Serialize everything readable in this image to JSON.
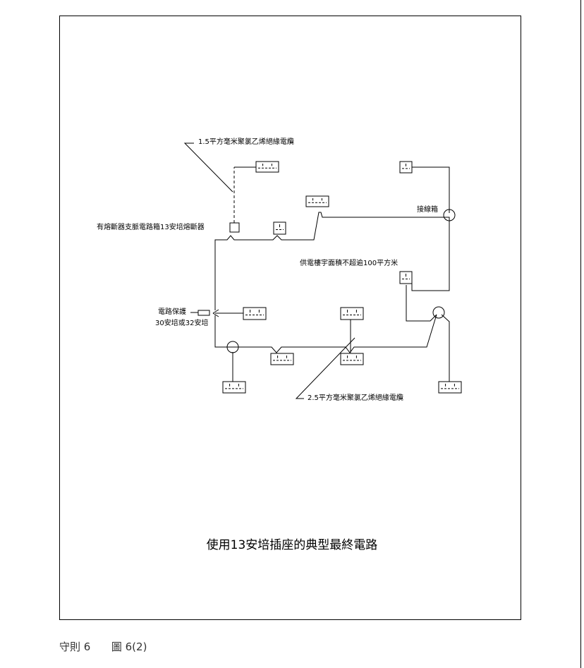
{
  "diagram": {
    "labels": {
      "cable_1_5": "1.5平方毫米聚氯乙烯絕緣電纜",
      "fused_box": "有熔斷器支脈電路箱13安培熔斷器",
      "junction_box": "接線箱",
      "floor_area": "供電樓宇面積不超逾100平方米",
      "protection_line1": "電路保護",
      "protection_line2": "30安培或32安培",
      "cable_2_5": "2.5平方毫米聚氯乙烯絕緣電纜"
    },
    "caption": "使用13安培插座的典型最終電路"
  },
  "footer": {
    "rule": "守則 6",
    "figure": "圖 6(2)"
  }
}
